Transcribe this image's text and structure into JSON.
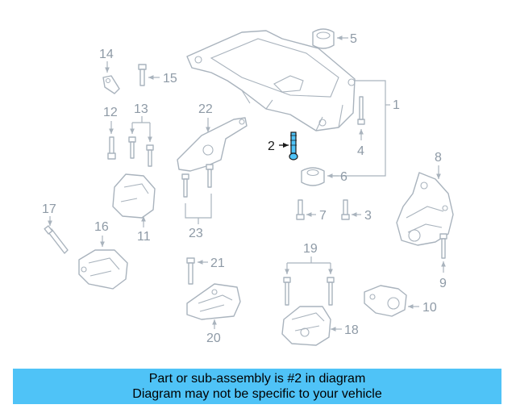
{
  "diagram": {
    "callouts": {
      "c1": "1",
      "c2": "2",
      "c3": "3",
      "c4": "4",
      "c5": "5",
      "c6": "6",
      "c7": "7",
      "c8": "8",
      "c9": "9",
      "c10": "10",
      "c11": "11",
      "c12": "12",
      "c13": "13",
      "c14": "14",
      "c15": "15",
      "c16": "16",
      "c17": "17",
      "c18": "18",
      "c19": "19",
      "c20": "20",
      "c21": "21",
      "c22": "22",
      "c23": "23"
    },
    "highlighted_part": "2",
    "colors": {
      "line": "#a9b3bd",
      "label": "#8e9aa6",
      "highlight_part": "#4fc3f7",
      "highlight_ink": "#1a1a1a"
    }
  },
  "banner": {
    "line1": "Part or sub-assembly is #2 in diagram",
    "line2": "Diagram may not be specific to your vehicle",
    "color": "#4fc3f7"
  }
}
